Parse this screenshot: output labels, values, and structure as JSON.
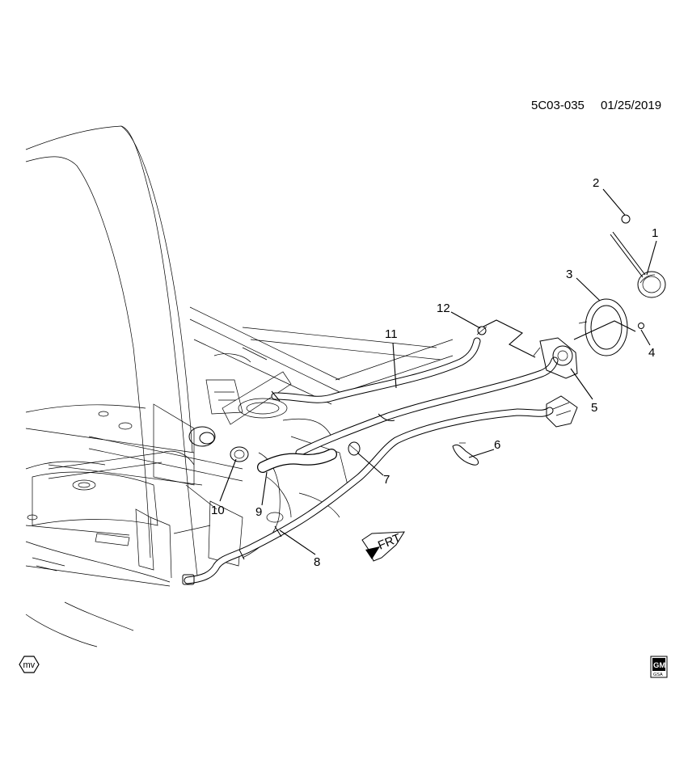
{
  "header": {
    "diagram_code": "5C03-035",
    "date": "01/25/2019"
  },
  "callouts": [
    {
      "id": "1",
      "text": "1"
    },
    {
      "id": "2",
      "text": "2"
    },
    {
      "id": "3",
      "text": "3"
    },
    {
      "id": "4",
      "text": "4"
    },
    {
      "id": "5",
      "text": "5"
    },
    {
      "id": "6",
      "text": "6"
    },
    {
      "id": "7",
      "text": "7"
    },
    {
      "id": "8",
      "text": "8"
    },
    {
      "id": "9",
      "text": "9"
    },
    {
      "id": "10",
      "text": "10"
    },
    {
      "id": "11",
      "text": "11"
    },
    {
      "id": "12",
      "text": "12"
    }
  ],
  "front_arrow": {
    "text": "FRT"
  },
  "badges": {
    "left_logo": {
      "text": "mv"
    },
    "right_logo": {
      "text": "GM",
      "subtext": "GSA"
    }
  }
}
